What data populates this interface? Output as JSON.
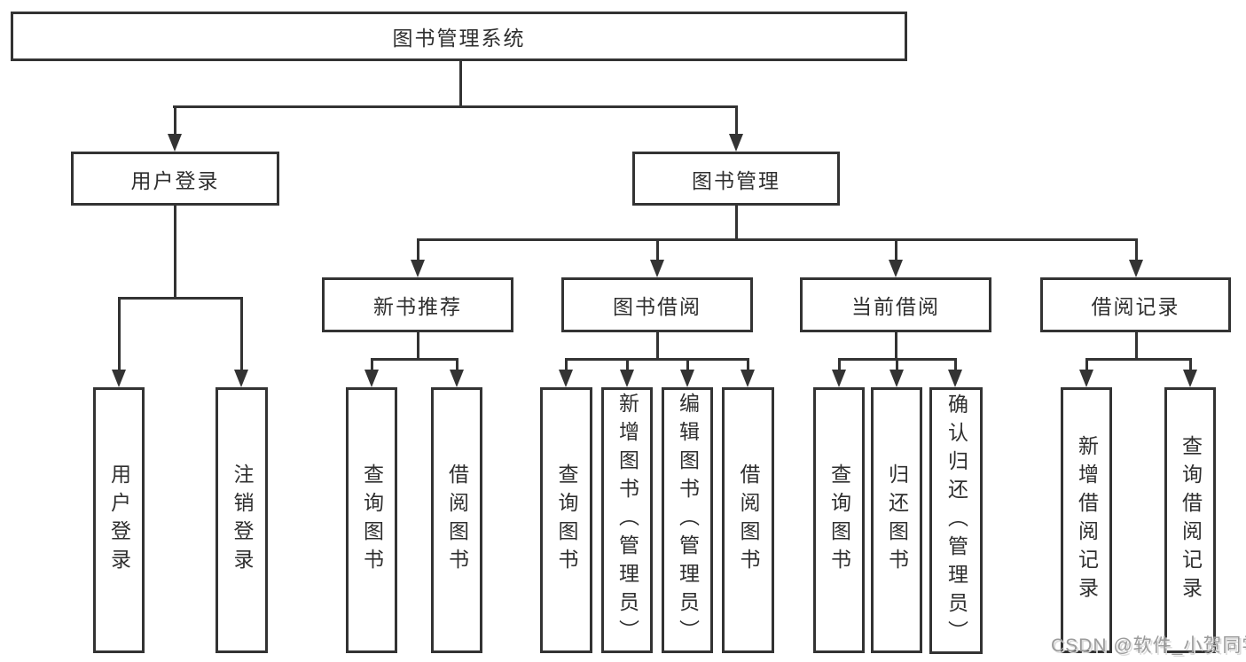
{
  "diagram": {
    "root": {
      "label": "图书管理系统"
    },
    "level2": [
      {
        "label": "用户登录"
      },
      {
        "label": "图书管理"
      }
    ],
    "level3": [
      {
        "label": "新书推荐"
      },
      {
        "label": "图书借阅"
      },
      {
        "label": "当前借阅"
      },
      {
        "label": "借阅记录"
      }
    ],
    "leaves": {
      "user_login": [
        {
          "label": "用户登录"
        },
        {
          "label": "注销登录"
        }
      ],
      "new_book_recommend": [
        {
          "label": "查询图书"
        },
        {
          "label": "借阅图书"
        }
      ],
      "book_borrow": [
        {
          "label": "查询图书"
        },
        {
          "label": "新增图书（管理员）"
        },
        {
          "label": "编辑图书（管理员）"
        },
        {
          "label": "借阅图书"
        }
      ],
      "current_borrow": [
        {
          "label": "查询图书"
        },
        {
          "label": "归还图书"
        },
        {
          "label": "确认归还（管理员）"
        }
      ],
      "borrow_records": [
        {
          "label": "新增借阅记录"
        },
        {
          "label": "查询借阅记录"
        }
      ]
    }
  },
  "watermark": {
    "text": "CSDN @软件_小贺同学",
    "color": "#9b9b9b"
  },
  "colors": {
    "line": "#333333",
    "text": "#2f2f2f",
    "background": "#ffffff"
  }
}
